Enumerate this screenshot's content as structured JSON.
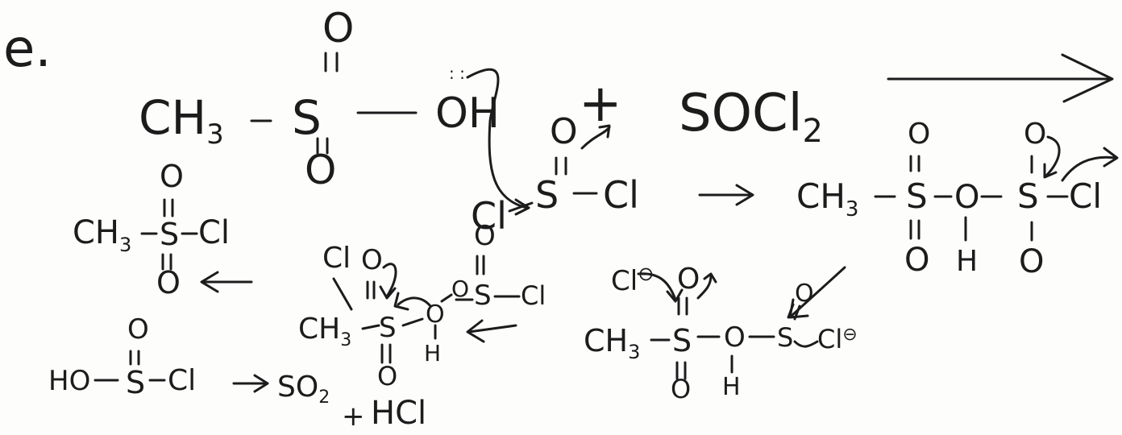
{
  "problem_label": "e.",
  "reactant": {
    "ch3": "CH",
    "ch3_sub": "3",
    "s": "S",
    "o_top": "O",
    "o_bottom": "O",
    "oh": "OH",
    "plus": "+",
    "reagent": "SOCl",
    "reagent_sub": "2"
  },
  "thionyl_chloride": {
    "s": "S",
    "o_top": "O",
    "cl_left": "Cl",
    "cl_right": "Cl"
  },
  "intermediate_1": {
    "ch3": "CH",
    "ch3_sub": "3",
    "s1": "S",
    "o_bridge": "O",
    "h": "H",
    "s2": "S",
    "o_top_1": "O",
    "o_bottom_1": "O",
    "o_top_2": "O",
    "o_bottom_2": "O",
    "cl": "Cl"
  },
  "intermediate_2": {
    "cl_anion": "Cl",
    "ch3": "CH",
    "ch3_sub": "3",
    "s1": "S",
    "o_top_1": "O",
    "o_bottom_1": "O",
    "o_bridge": "O",
    "h": "H",
    "s2": "S",
    "o_top_2": "O",
    "cl": "Cl"
  },
  "intermediate_3": {
    "cl_top": "Cl",
    "o_top_1": "O",
    "ch3": "CH",
    "ch3_sub": "3",
    "s1": "S",
    "o_bottom_1": "O",
    "o_bridge": "O",
    "h": "H",
    "o_link": "O",
    "s2": "S",
    "o_top_2": "O",
    "cl_right": "Cl"
  },
  "product": {
    "ch3": "CH",
    "ch3_sub": "3",
    "s": "S",
    "o_top": "O",
    "o_bottom": "O",
    "cl": "Cl"
  },
  "byproduct": {
    "ho": "HO",
    "s": "S",
    "o_top": "O",
    "cl": "Cl",
    "so2": "SO",
    "so2_sub": "2",
    "plus": "+",
    "hcl": "HCl"
  }
}
